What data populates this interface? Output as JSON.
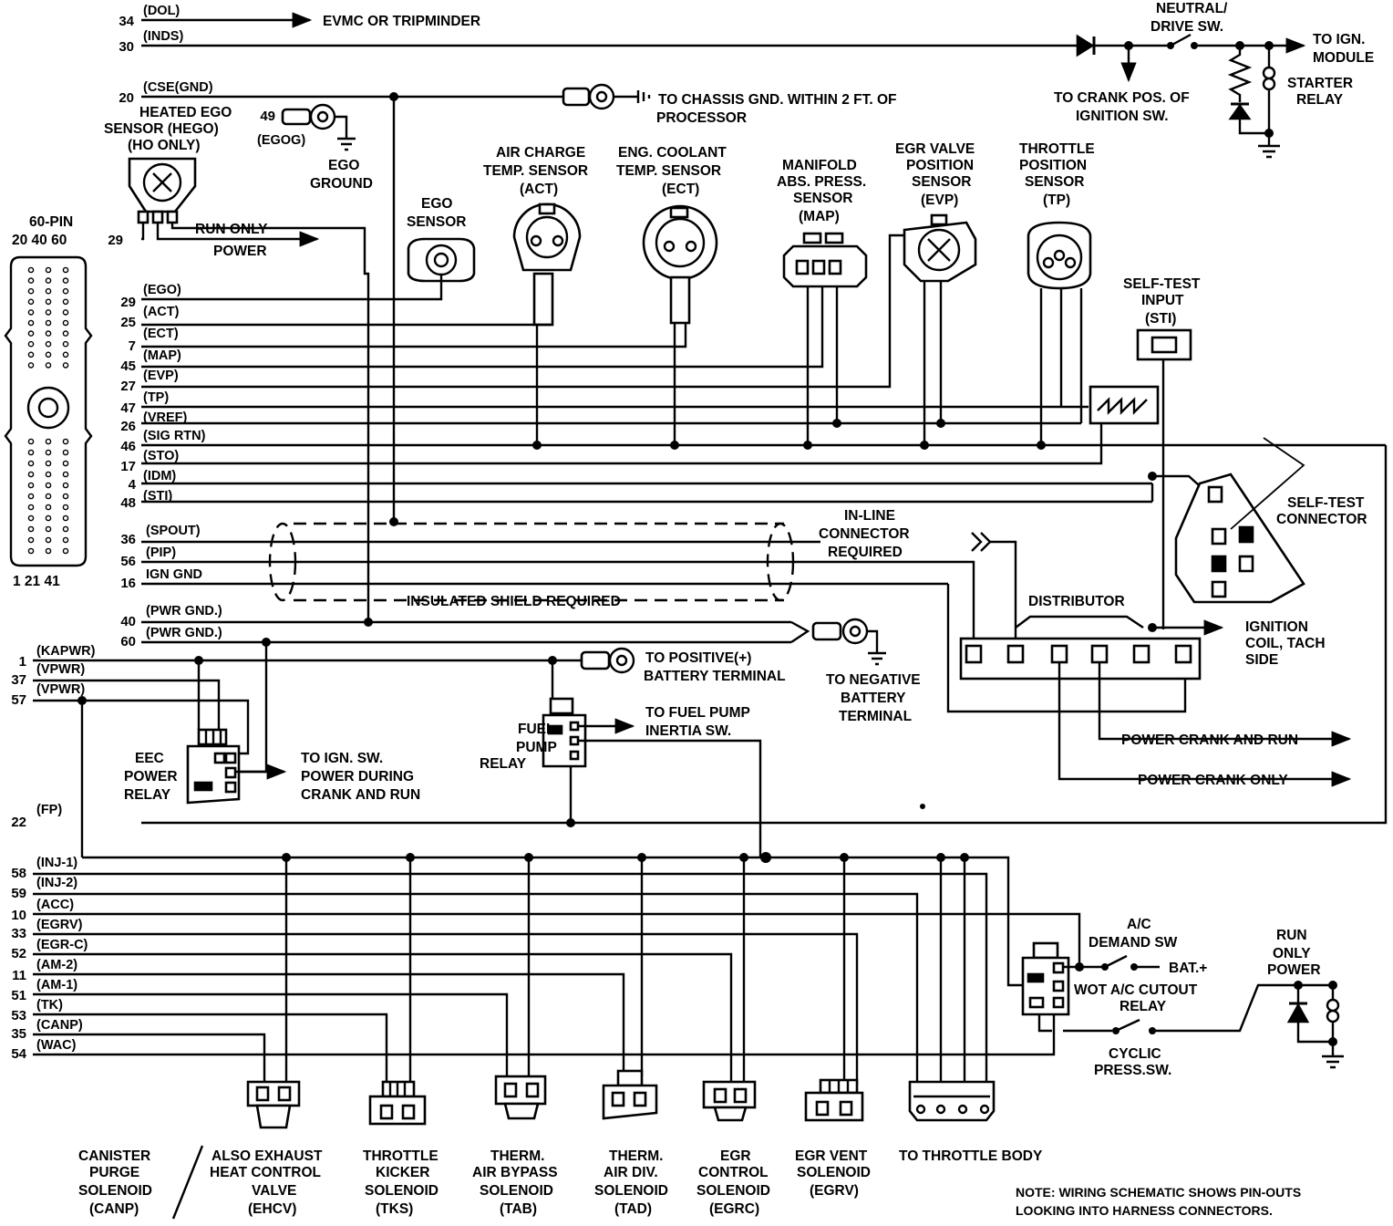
{
  "harness": {
    "title": "60-PIN",
    "top_pins": "20  40  60",
    "bottom_pins": "1  21  41"
  },
  "pins": [
    {
      "pin": "34",
      "signal": "(DOL)"
    },
    {
      "pin": "30",
      "signal": "(INDS)"
    },
    {
      "pin": "20",
      "signal": "(CSE(GND)"
    },
    {
      "pin": "49",
      "signal": "(EGOG)"
    },
    {
      "pin": "29",
      "signal": ""
    },
    {
      "pin": "29",
      "signal": "(EGO)"
    },
    {
      "pin": "25",
      "signal": "(ACT)"
    },
    {
      "pin": "7",
      "signal": "(ECT)"
    },
    {
      "pin": "45",
      "signal": "(MAP)"
    },
    {
      "pin": "27",
      "signal": "(EVP)"
    },
    {
      "pin": "47",
      "signal": "(TP)"
    },
    {
      "pin": "26",
      "signal": "(VREF)"
    },
    {
      "pin": "46",
      "signal": "(SIG RTN)"
    },
    {
      "pin": "17",
      "signal": "(STO)"
    },
    {
      "pin": "4",
      "signal": "(IDM)"
    },
    {
      "pin": "48",
      "signal": "(STI)"
    },
    {
      "pin": "36",
      "signal": "(SPOUT)"
    },
    {
      "pin": "56",
      "signal": "(PIP)"
    },
    {
      "pin": "16",
      "signal": "IGN GND"
    },
    {
      "pin": "40",
      "signal": "(PWR GND.)"
    },
    {
      "pin": "60",
      "signal": "(PWR GND.)"
    },
    {
      "pin": "1",
      "signal": "(KAPWR)"
    },
    {
      "pin": "37",
      "signal": "(VPWR)"
    },
    {
      "pin": "57",
      "signal": "(VPWR)"
    },
    {
      "pin": "22",
      "signal": "(FP)"
    },
    {
      "pin": "58",
      "signal": "(INJ-1)"
    },
    {
      "pin": "59",
      "signal": "(INJ-2)"
    },
    {
      "pin": "10",
      "signal": "(ACC)"
    },
    {
      "pin": "33",
      "signal": "(EGRV)"
    },
    {
      "pin": "52",
      "signal": "(EGR-C)"
    },
    {
      "pin": "11",
      "signal": "(AM-2)"
    },
    {
      "pin": "51",
      "signal": "(AM-1)"
    },
    {
      "pin": "53",
      "signal": "(TK)"
    },
    {
      "pin": "35",
      "signal": "(CANP)"
    },
    {
      "pin": "54",
      "signal": "(WAC)"
    }
  ],
  "labels": {
    "evmc": "EVMC OR TRIPMINDER",
    "neutral_sw": [
      "NEUTRAL/",
      "DRIVE SW."
    ],
    "to_ign_module": [
      "TO IGN.",
      "MODULE"
    ],
    "starter_relay": [
      "STARTER",
      "RELAY"
    ],
    "crank_pos": [
      "TO CRANK POS. OF",
      "IGNITION SW."
    ],
    "chassis_gnd": [
      "TO CHASSIS GND. WITHIN 2 FT. OF",
      "PROCESSOR"
    ],
    "hego": [
      "HEATED EGO",
      "SENSOR (HEGO)",
      "(HO ONLY)"
    ],
    "ego_ground": [
      "EGO",
      "GROUND"
    ],
    "run_only_power": [
      "RUN ONLY",
      "POWER"
    ],
    "ego_sensor": [
      "EGO",
      "SENSOR"
    ],
    "act": [
      "AIR CHARGE",
      "TEMP. SENSOR",
      "(ACT)"
    ],
    "ect": [
      "ENG. COOLANT",
      "TEMP. SENSOR",
      "(ECT)"
    ],
    "map": [
      "MANIFOLD",
      "ABS. PRESS.",
      "SENSOR",
      "(MAP)"
    ],
    "evp": [
      "EGR VALVE",
      "POSITION",
      "SENSOR",
      "(EVP)"
    ],
    "tp": [
      "THROTTLE",
      "POSITION",
      "SENSOR",
      "(TP)"
    ],
    "sti": [
      "SELF-TEST",
      "INPUT",
      "(STI)"
    ],
    "self_test_connector": [
      "SELF-TEST",
      "CONNECTOR"
    ],
    "inline": [
      "IN-LINE",
      "CONNECTOR",
      "REQUIRED"
    ],
    "shield": "INSULATED SHIELD REQUIRED",
    "distributor": "DISTRIBUTOR",
    "ignition_coil": [
      "IGNITION",
      "COIL, TACH",
      "SIDE"
    ],
    "pos_batt": [
      "TO POSITIVE(+)",
      "BATTERY TERMINAL"
    ],
    "neg_batt": [
      "TO NEGATIVE",
      "BATTERY",
      "TERMINAL"
    ],
    "eec_relay": [
      "EEC",
      "POWER",
      "RELAY"
    ],
    "ign_sw": [
      "TO IGN. SW.",
      "POWER DURING",
      "CRANK AND RUN"
    ],
    "fuel_pump_relay": [
      "FUEL",
      "PUMP",
      "RELAY"
    ],
    "inertia": [
      "TO FUEL PUMP",
      "INERTIA SW."
    ],
    "power_crank_run": "POWER CRANK AND RUN",
    "power_crank_only": "POWER CRANK ONLY",
    "ac_demand": [
      "A/C",
      "DEMAND SW"
    ],
    "bat_plus": "BAT.+",
    "wot": [
      "WOT A/C CUTOUT",
      "RELAY"
    ],
    "cyclic": [
      "CYCLIC",
      "PRESS.SW."
    ],
    "run_only_power2": [
      "RUN",
      "ONLY",
      "POWER"
    ],
    "canp": [
      "CANISTER",
      "PURGE",
      "SOLENOID",
      "(CANP)"
    ],
    "ehcv": [
      "ALSO EXHAUST",
      "HEAT CONTROL",
      "VALVE",
      "(EHCV)"
    ],
    "tks": [
      "THROTTLE",
      "KICKER",
      "SOLENOID",
      "(TKS)"
    ],
    "tab": [
      "THERM.",
      "AIR BYPASS",
      "SOLENOID",
      "(TAB)"
    ],
    "tad": [
      "THERM.",
      "AIR DIV.",
      "SOLENOID",
      "(TAD)"
    ],
    "egrc": [
      "EGR",
      "CONTROL",
      "SOLENOID",
      "(EGRC)"
    ],
    "egrv": [
      "EGR VENT",
      "SOLENOID",
      "(EGRV)"
    ],
    "throttle_body": "TO THROTTLE BODY",
    "note": [
      "NOTE: WIRING SCHEMATIC SHOWS PIN-OUTS",
      "LOOKING INTO HARNESS CONNECTORS."
    ]
  }
}
